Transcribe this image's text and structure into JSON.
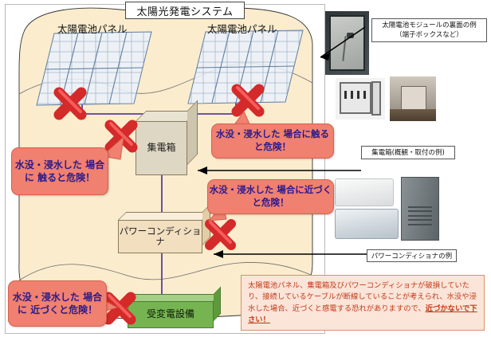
{
  "diagram": {
    "title": "太陽光発電システム",
    "panel_label_left": "太陽電池パネル",
    "panel_label_right": "太陽電池パネル",
    "equipment": {
      "collector_box": "集電箱",
      "power_conditioner": "パワーコンディショナ",
      "substation": "受変電設備"
    },
    "callouts": [
      {
        "id": "collector-touch",
        "text": "水没・浸水した 場合に 触ると危険！"
      },
      {
        "id": "panel-touch",
        "text": "水没・浸水した 場合に触ると危険！"
      },
      {
        "id": "pcs-approach",
        "text": "水没・浸水した 場合に近づくと危険！"
      },
      {
        "id": "substation-approach",
        "text": "水没・浸水した 場合に 近づくと危険！"
      }
    ],
    "photo_captions": {
      "module": "太陽電池モジュールの裏面の例 （端子ボックスなど）",
      "collector": "集電箱(概観・取付の例)",
      "power_conditioner": "パワーコンディショナの例"
    },
    "description": {
      "body": "太陽電池パネル、集電箱及びパワーコンディショナが破損していたり、接続しているケーブルが断線していることが考えられ、水没や浸水した場合、近づくと感電する恐れがありますので、",
      "emphasis": "近づかないで下さい！"
    },
    "colors": {
      "callout_fill": "#f0806f",
      "callout_text": "#2b1a8c",
      "danger_x": "#d42a2a",
      "substation_fill": "#76b451",
      "cloud_fill": "#faeccd",
      "description_text": "#c23a17",
      "wire": "#5b3f9e"
    },
    "icons": {
      "danger_x": "red-x-mark",
      "pointer_arrow": "arrow-left"
    }
  }
}
